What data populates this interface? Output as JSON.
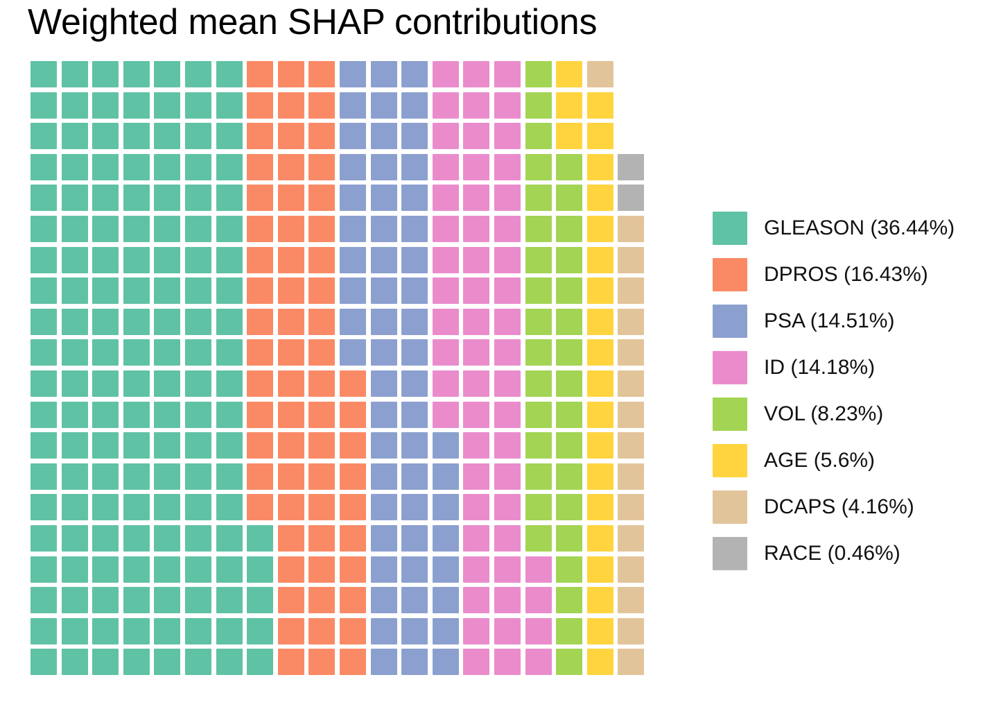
{
  "title": "Weighted mean SHAP contributions",
  "colors": {
    "GLEASON": "#5FC2A4",
    "DPROS": "#FA8A65",
    "PSA": "#8CA0CF",
    "ID": "#EA8CCC",
    "VOL": "#A3D453",
    "AGE": "#FFD43E",
    "DCAPS": "#E2C49A",
    "RACE": "#B3B3B3",
    "background": "#FFFFFF",
    "text": "#111111"
  },
  "legend": {
    "items": [
      {
        "key": "GLEASON",
        "label": "GLEASON (36.44%)",
        "name": "GLEASON",
        "value": 36.44,
        "color": "#5FC2A4"
      },
      {
        "key": "DPROS",
        "label": "DPROS (16.43%)",
        "name": "DPROS",
        "value": 16.43,
        "color": "#FA8A65"
      },
      {
        "key": "PSA",
        "label": "PSA (14.51%)",
        "name": "PSA",
        "value": 14.51,
        "color": "#8CA0CF"
      },
      {
        "key": "ID",
        "label": "ID (14.18%)",
        "name": "ID",
        "value": 14.18,
        "color": "#EA8CCC"
      },
      {
        "key": "VOL",
        "label": "VOL (8.23%)",
        "name": "VOL",
        "value": 8.23,
        "color": "#A3D453"
      },
      {
        "key": "AGE",
        "label": "AGE (5.6%)",
        "name": "AGE",
        "value": 5.6,
        "color": "#FFD43E"
      },
      {
        "key": "DCAPS",
        "label": "DCAPS (4.16%)",
        "name": "DCAPS",
        "value": 4.16,
        "color": "#E2C49A"
      },
      {
        "key": "RACE",
        "label": "RACE (0.46%)",
        "name": "RACE",
        "value": 0.46,
        "color": "#B3B3B3"
      }
    ]
  },
  "chart_data": {
    "type": "waffle",
    "title": "Weighted mean SHAP contributions",
    "xlabel": "",
    "ylabel": "",
    "unit": "percent",
    "rows": 20,
    "columns": 20,
    "cell_value": 0.25,
    "total_cells": 396,
    "legend_position": "right",
    "grid": false,
    "categories": [
      "GLEASON",
      "DPROS",
      "PSA",
      "ID",
      "VOL",
      "AGE",
      "DCAPS",
      "RACE"
    ],
    "values": [
      36.44,
      16.43,
      14.51,
      14.18,
      8.23,
      5.6,
      4.16,
      0.46
    ],
    "cell_counts": [
      146,
      66,
      58,
      57,
      33,
      22,
      17,
      2
    ],
    "row_layout": [
      {
        "row": 1,
        "segments": [
          [
            "GLEASON",
            7
          ],
          [
            "DPROS",
            3
          ],
          [
            "PSA",
            3
          ],
          [
            "ID",
            3
          ],
          [
            "VOL",
            1
          ],
          [
            "AGE",
            1
          ],
          [
            "DCAPS",
            1
          ]
        ]
      },
      {
        "row": 2,
        "segments": [
          [
            "GLEASON",
            7
          ],
          [
            "DPROS",
            3
          ],
          [
            "PSA",
            3
          ],
          [
            "ID",
            3
          ],
          [
            "VOL",
            1
          ],
          [
            "AGE",
            2
          ]
        ]
      },
      {
        "row": 3,
        "segments": [
          [
            "GLEASON",
            7
          ],
          [
            "DPROS",
            3
          ],
          [
            "PSA",
            3
          ],
          [
            "ID",
            3
          ],
          [
            "VOL",
            1
          ],
          [
            "AGE",
            2
          ]
        ]
      },
      {
        "row": 4,
        "segments": [
          [
            "GLEASON",
            7
          ],
          [
            "DPROS",
            3
          ],
          [
            "PSA",
            3
          ],
          [
            "ID",
            3
          ],
          [
            "VOL",
            2
          ],
          [
            "AGE",
            1
          ],
          [
            "RACE",
            1
          ]
        ]
      },
      {
        "row": 5,
        "segments": [
          [
            "GLEASON",
            7
          ],
          [
            "DPROS",
            3
          ],
          [
            "PSA",
            3
          ],
          [
            "ID",
            3
          ],
          [
            "VOL",
            2
          ],
          [
            "AGE",
            1
          ],
          [
            "RACE",
            1
          ]
        ]
      },
      {
        "row": 6,
        "segments": [
          [
            "GLEASON",
            7
          ],
          [
            "DPROS",
            3
          ],
          [
            "PSA",
            3
          ],
          [
            "ID",
            3
          ],
          [
            "VOL",
            2
          ],
          [
            "AGE",
            1
          ],
          [
            "DCAPS",
            1
          ]
        ]
      },
      {
        "row": 7,
        "segments": [
          [
            "GLEASON",
            7
          ],
          [
            "DPROS",
            3
          ],
          [
            "PSA",
            3
          ],
          [
            "ID",
            3
          ],
          [
            "VOL",
            2
          ],
          [
            "AGE",
            1
          ],
          [
            "DCAPS",
            1
          ]
        ]
      },
      {
        "row": 8,
        "segments": [
          [
            "GLEASON",
            7
          ],
          [
            "DPROS",
            3
          ],
          [
            "PSA",
            3
          ],
          [
            "ID",
            3
          ],
          [
            "VOL",
            2
          ],
          [
            "AGE",
            1
          ],
          [
            "DCAPS",
            1
          ]
        ]
      },
      {
        "row": 9,
        "segments": [
          [
            "GLEASON",
            7
          ],
          [
            "DPROS",
            3
          ],
          [
            "PSA",
            3
          ],
          [
            "ID",
            3
          ],
          [
            "VOL",
            2
          ],
          [
            "AGE",
            1
          ],
          [
            "DCAPS",
            1
          ]
        ]
      },
      {
        "row": 10,
        "segments": [
          [
            "GLEASON",
            7
          ],
          [
            "DPROS",
            3
          ],
          [
            "PSA",
            3
          ],
          [
            "ID",
            3
          ],
          [
            "VOL",
            2
          ],
          [
            "AGE",
            1
          ],
          [
            "DCAPS",
            1
          ]
        ]
      },
      {
        "row": 11,
        "segments": [
          [
            "GLEASON",
            7
          ],
          [
            "DPROS",
            4
          ],
          [
            "PSA",
            2
          ],
          [
            "ID",
            3
          ],
          [
            "VOL",
            2
          ],
          [
            "AGE",
            1
          ],
          [
            "DCAPS",
            1
          ]
        ]
      },
      {
        "row": 12,
        "segments": [
          [
            "GLEASON",
            7
          ],
          [
            "DPROS",
            4
          ],
          [
            "PSA",
            2
          ],
          [
            "ID",
            3
          ],
          [
            "VOL",
            2
          ],
          [
            "AGE",
            1
          ],
          [
            "DCAPS",
            1
          ]
        ]
      },
      {
        "row": 13,
        "segments": [
          [
            "GLEASON",
            7
          ],
          [
            "DPROS",
            4
          ],
          [
            "PSA",
            3
          ],
          [
            "ID",
            2
          ],
          [
            "VOL",
            2
          ],
          [
            "AGE",
            1
          ],
          [
            "DCAPS",
            1
          ]
        ]
      },
      {
        "row": 14,
        "segments": [
          [
            "GLEASON",
            7
          ],
          [
            "DPROS",
            4
          ],
          [
            "PSA",
            3
          ],
          [
            "ID",
            2
          ],
          [
            "VOL",
            2
          ],
          [
            "AGE",
            1
          ],
          [
            "DCAPS",
            1
          ]
        ]
      },
      {
        "row": 15,
        "segments": [
          [
            "GLEASON",
            7
          ],
          [
            "DPROS",
            4
          ],
          [
            "PSA",
            3
          ],
          [
            "ID",
            2
          ],
          [
            "VOL",
            2
          ],
          [
            "AGE",
            1
          ],
          [
            "DCAPS",
            1
          ]
        ]
      },
      {
        "row": 16,
        "segments": [
          [
            "GLEASON",
            8
          ],
          [
            "DPROS",
            3
          ],
          [
            "PSA",
            3
          ],
          [
            "ID",
            2
          ],
          [
            "VOL",
            2
          ],
          [
            "AGE",
            1
          ],
          [
            "DCAPS",
            1
          ]
        ]
      },
      {
        "row": 17,
        "segments": [
          [
            "GLEASON",
            8
          ],
          [
            "DPROS",
            3
          ],
          [
            "PSA",
            3
          ],
          [
            "ID",
            3
          ],
          [
            "VOL",
            1
          ],
          [
            "AGE",
            1
          ],
          [
            "DCAPS",
            1
          ]
        ]
      },
      {
        "row": 18,
        "segments": [
          [
            "GLEASON",
            8
          ],
          [
            "DPROS",
            3
          ],
          [
            "PSA",
            3
          ],
          [
            "ID",
            3
          ],
          [
            "VOL",
            1
          ],
          [
            "AGE",
            1
          ],
          [
            "DCAPS",
            1
          ]
        ]
      },
      {
        "row": 19,
        "segments": [
          [
            "GLEASON",
            8
          ],
          [
            "DPROS",
            3
          ],
          [
            "PSA",
            3
          ],
          [
            "ID",
            3
          ],
          [
            "VOL",
            1
          ],
          [
            "AGE",
            1
          ],
          [
            "DCAPS",
            1
          ]
        ]
      },
      {
        "row": 20,
        "segments": [
          [
            "GLEASON",
            8
          ],
          [
            "DPROS",
            3
          ],
          [
            "PSA",
            3
          ],
          [
            "ID",
            3
          ],
          [
            "VOL",
            1
          ],
          [
            "AGE",
            1
          ],
          [
            "DCAPS",
            1
          ]
        ]
      }
    ]
  }
}
